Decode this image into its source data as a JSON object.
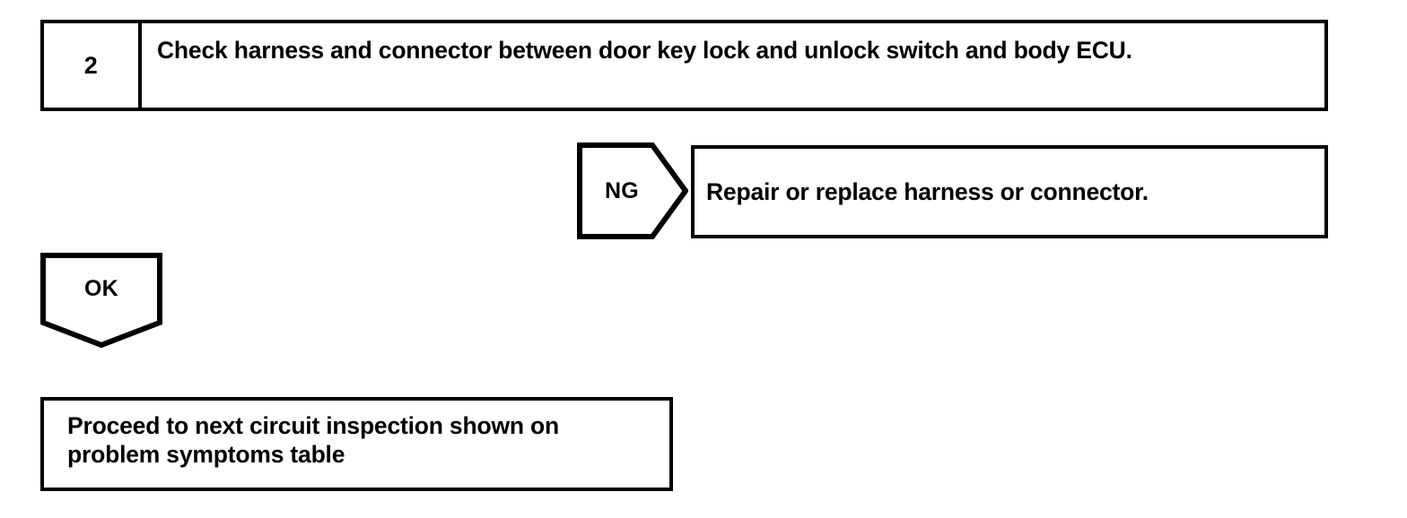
{
  "page": {
    "background_color": "#ffffff",
    "line_color": "#000000",
    "text_color": "#000000"
  },
  "step": {
    "number": "2",
    "instruction": "Check harness and connector between door key lock and unlock switch and body ECU."
  },
  "branches": {
    "ng": {
      "label": "NG",
      "direction": "right",
      "result": "Repair or replace harness or connector."
    },
    "ok": {
      "label": "OK",
      "direction": "down"
    }
  },
  "outcome": {
    "text": "Proceed to next circuit inspection shown on problem symptoms table"
  }
}
